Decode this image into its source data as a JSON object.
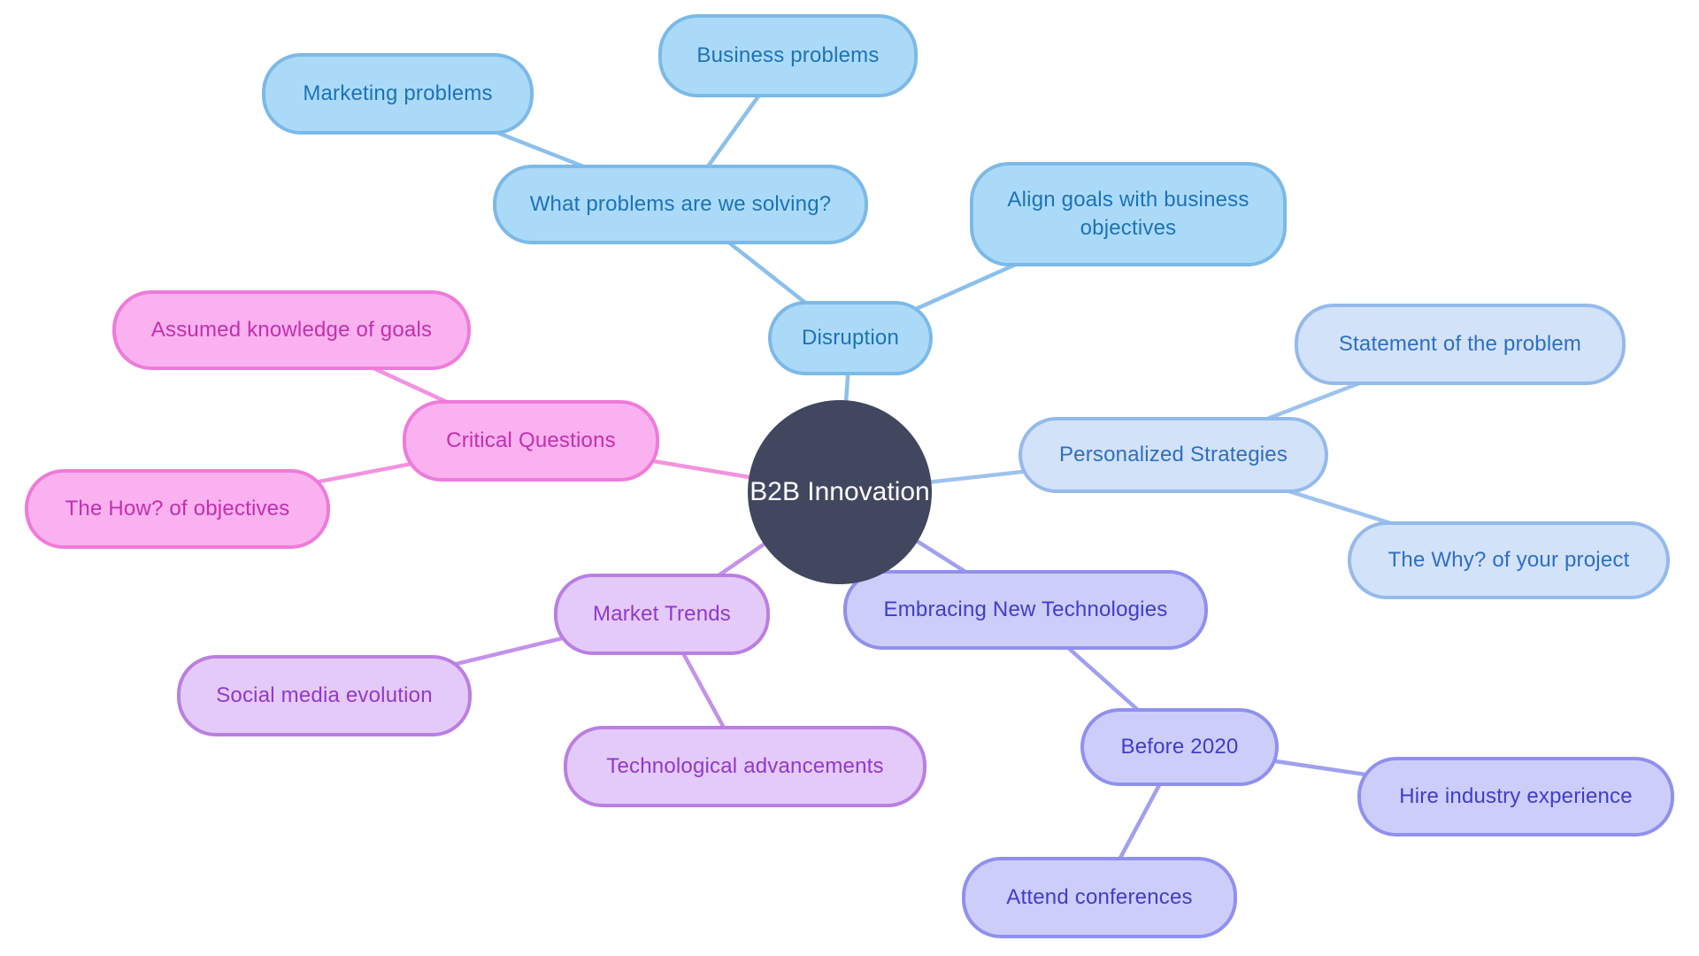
{
  "title": "B2B Innovation mind map",
  "center": {
    "label": "B2B Innovation",
    "fill": "#424760",
    "text_color": "#FFFFFF"
  },
  "branches": [
    {
      "id": "disruption",
      "colors": {
        "fill": "#ABDAF8",
        "border": "#7CB9E8",
        "text": "#1D72B7",
        "line": "#8CC0EA"
      },
      "nodes": [
        {
          "label": "Disruption"
        },
        {
          "label": "What problems are we solving?"
        },
        {
          "label": "Marketing problems"
        },
        {
          "label": "Business problems"
        },
        {
          "label": "Align goals with business objectives"
        }
      ]
    },
    {
      "id": "strategies",
      "colors": {
        "fill": "#D2E2F9",
        "border": "#94BAEB",
        "text": "#2E6FC2",
        "line": "#9EC2EE"
      },
      "nodes": [
        {
          "label": "Personalized Strategies"
        },
        {
          "label": "Statement of the problem"
        },
        {
          "label": "The Why? of your project"
        }
      ]
    },
    {
      "id": "questions",
      "colors": {
        "fill": "#F9B2EF",
        "border": "#EF7AD9",
        "text": "#C42FAE",
        "line": "#F193E0"
      },
      "nodes": [
        {
          "label": "Critical Questions"
        },
        {
          "label": "Assumed knowledge of goals"
        },
        {
          "label": "The How? of objectives"
        }
      ]
    },
    {
      "id": "trends",
      "colors": {
        "fill": "#E4CAF8",
        "border": "#BA7FE2",
        "text": "#9138CD",
        "line": "#C492E8"
      },
      "nodes": [
        {
          "label": "Market Trends"
        },
        {
          "label": "Social media evolution"
        },
        {
          "label": "Technological advancements"
        }
      ]
    },
    {
      "id": "technologies",
      "colors": {
        "fill": "#CDCDFA",
        "border": "#9090EE",
        "text": "#3E3EC9",
        "line": "#A0A0F0"
      },
      "nodes": [
        {
          "label": "Embracing New Technologies"
        },
        {
          "label": "Before 2020"
        },
        {
          "label": "Hire industry experience"
        },
        {
          "label": "Attend conferences"
        }
      ]
    }
  ]
}
